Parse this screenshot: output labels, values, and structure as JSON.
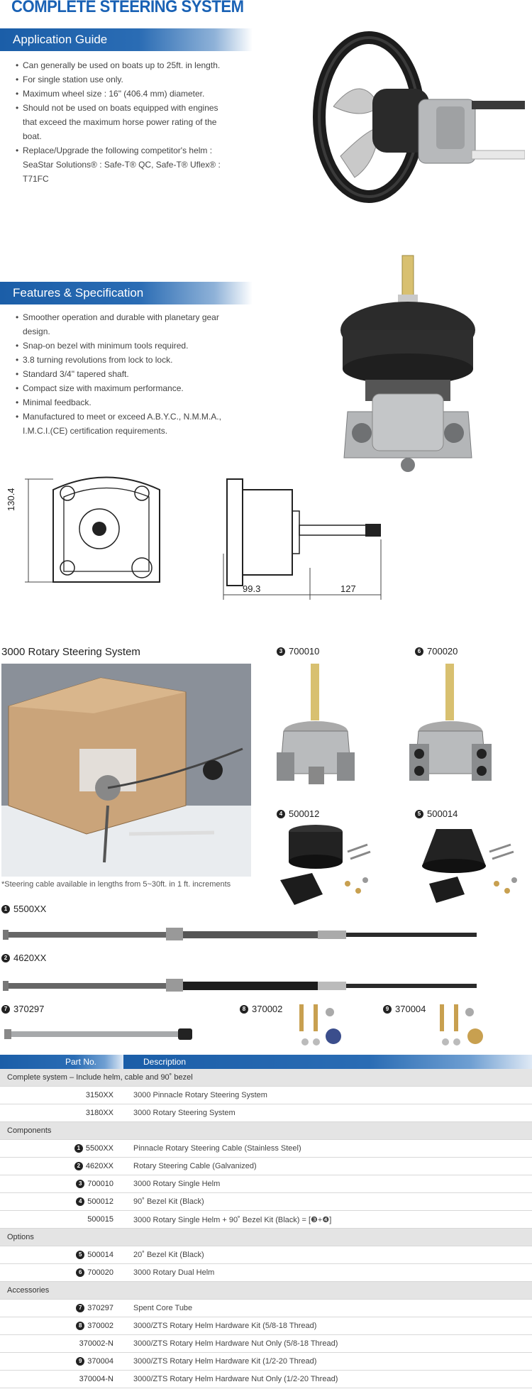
{
  "title": "COMPLETE STEERING SYSTEM",
  "application": {
    "heading": "Application Guide",
    "items": [
      "Can generally be used on boats up to 25ft. in length.",
      "For single station use only.",
      "Maximum wheel size : 16\" (406.4 mm) diameter.",
      "Should not be used on boats equipped with engines that exceed the maximum horse power rating of the boat.",
      "Replace/Upgrade the following competitor's helm : SeaStar Solutions® : Safe-T® QC, Safe-T® Uflex® : T71FC"
    ]
  },
  "features": {
    "heading": "Features & Specification",
    "items": [
      "Smoother operation and durable with planetary gear design.",
      "Snap-on bezel with minimum tools required.",
      "3.8 turning revolutions from lock to lock.",
      "Standard 3/4\" tapered shaft.",
      "Compact size with maximum performance.",
      "Minimal feedback.",
      "Manufactured to meet or exceed A.B.Y.C., N.M.M.A., I.M.C.I.(CE) certification requirements."
    ]
  },
  "dimensions": {
    "height": "130.4",
    "body": "99.3",
    "shaft": "127"
  },
  "system": {
    "heading": "3000 Rotary Steering System",
    "note": "*Steering cable available in lengths from 5~30ft. in 1 ft. increments"
  },
  "labels": {
    "p3": {
      "n": "3",
      "code": "700010"
    },
    "p6": {
      "n": "6",
      "code": "700020"
    },
    "p4": {
      "n": "4",
      "code": "500012"
    },
    "p5": {
      "n": "5",
      "code": "500014"
    },
    "p1": {
      "n": "1",
      "code": "5500XX"
    },
    "p2": {
      "n": "2",
      "code": "4620XX"
    },
    "p7": {
      "n": "7",
      "code": "370297"
    },
    "p8": {
      "n": "8",
      "code": "370002"
    },
    "p9": {
      "n": "9",
      "code": "370004"
    }
  },
  "table": {
    "col_part": "Part No.",
    "col_desc": "Description",
    "g1": "Complete system – Include helm, cable and 90˚ bezel",
    "r1": {
      "pn": "3150XX",
      "desc": "3000 Pinnacle Rotary Steering System"
    },
    "r2": {
      "pn": "3180XX",
      "desc": "3000 Rotary Steering System"
    },
    "g2": "Components",
    "r3": {
      "n": "1",
      "pn": "5500XX",
      "desc": "Pinnacle Rotary Steering Cable (Stainless Steel)"
    },
    "r4": {
      "n": "2",
      "pn": "4620XX",
      "desc": "Rotary Steering Cable (Galvanized)"
    },
    "r5": {
      "n": "3",
      "pn": "700010",
      "desc": "3000 Rotary Single Helm"
    },
    "r6": {
      "n": "4",
      "pn": "500012",
      "desc": "90˚ Bezel Kit (Black)"
    },
    "r7": {
      "pn": "500015",
      "desc": "3000 Rotary Single Helm + 90˚ Bezel Kit (Black) = [❸+❹]"
    },
    "g3": "Options",
    "r8": {
      "n": "5",
      "pn": "500014",
      "desc": "20˚ Bezel Kit (Black)"
    },
    "r9": {
      "n": "6",
      "pn": "700020",
      "desc": "3000 Rotary Dual Helm"
    },
    "g4": "Accessories",
    "r10": {
      "n": "7",
      "pn": "370297",
      "desc": "Spent Core Tube"
    },
    "r11": {
      "n": "8",
      "pn": "370002",
      "desc": "3000/ZTS Rotary Helm Hardware Kit (5/8-18 Thread)"
    },
    "r12": {
      "pn": "370002-N",
      "desc": "3000/ZTS Rotary Helm Hardware Nut Only (5/8-18 Thread)"
    },
    "r13": {
      "n": "9",
      "pn": "370004",
      "desc": "3000/ZTS Rotary Helm Hardware Kit (1/2-20 Thread)"
    },
    "r14": {
      "pn": "370004-N",
      "desc": "3000/ZTS Rotary Helm Hardware Nut Only (1/2-20 Thread)"
    }
  }
}
